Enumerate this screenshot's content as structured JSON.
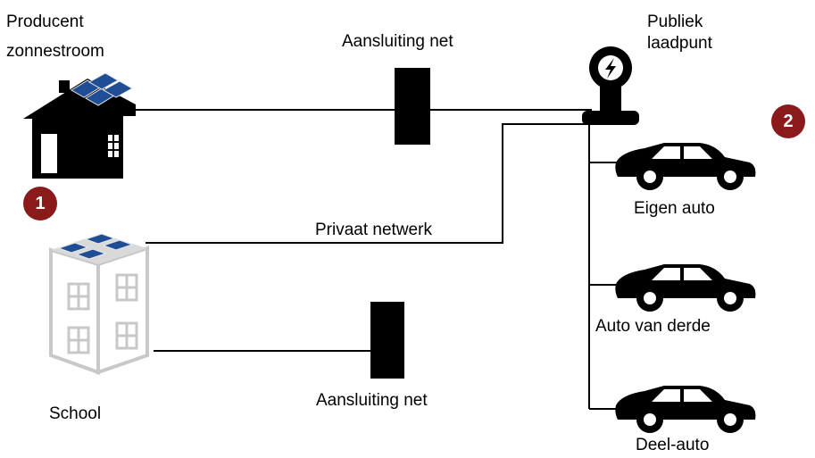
{
  "labels": {
    "producer": [
      "Producent",
      "zonnestroom"
    ],
    "grid_top": "Aansluiting net",
    "charger": [
      "Publiek",
      "laadpunt"
    ],
    "private_network": "Privaat netwerk",
    "school": "School",
    "grid_bottom": "Aansluiting net",
    "car_own": "Eigen auto",
    "car_third": "Auto van derde",
    "car_shared": "Deel-auto"
  },
  "badges": {
    "one": "1",
    "two": "2"
  },
  "icons": {
    "house": "house-solar-icon",
    "school": "school-building-icon",
    "charger": "charging-station-icon",
    "meter": "grid-meter-icon",
    "car": "car-icon"
  },
  "colors": {
    "badge": "#8b1a1a",
    "panel": "#1f4e96",
    "building": "#c8c8c8",
    "icon": "#000000"
  }
}
